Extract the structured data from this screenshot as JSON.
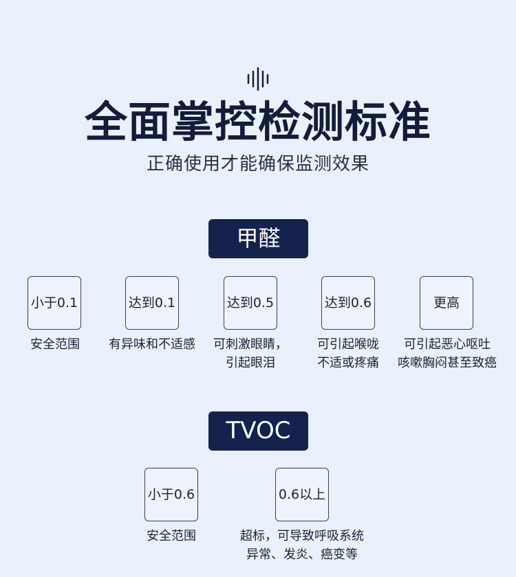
{
  "header": {
    "title": "全面掌控检测标准",
    "subtitle": "正确使用才能确保监测效果"
  },
  "sections": [
    {
      "tag": "甲醛",
      "levels": [
        {
          "threshold": "小于0.1",
          "desc": [
            "安全范围"
          ]
        },
        {
          "threshold": "达到0.1",
          "desc": [
            "有异味和不适感"
          ]
        },
        {
          "threshold": "达到0.5",
          "desc": [
            "可刺激眼睛，",
            "引起眼泪"
          ]
        },
        {
          "threshold": "达到0.6",
          "desc": [
            "可引起喉咙",
            "不适或疼痛"
          ]
        },
        {
          "threshold": "更高",
          "desc": [
            "可引起恶心呕吐",
            "咳嗽胸闷甚至致癌"
          ]
        }
      ]
    },
    {
      "tag": "TVOC",
      "levels": [
        {
          "threshold": "小于0.6",
          "desc": [
            "安全范围"
          ]
        },
        {
          "threshold": "0.6以上",
          "desc": [
            "超标，可导致呼吸系统",
            "异常、发炎、癌变等"
          ]
        }
      ]
    }
  ]
}
